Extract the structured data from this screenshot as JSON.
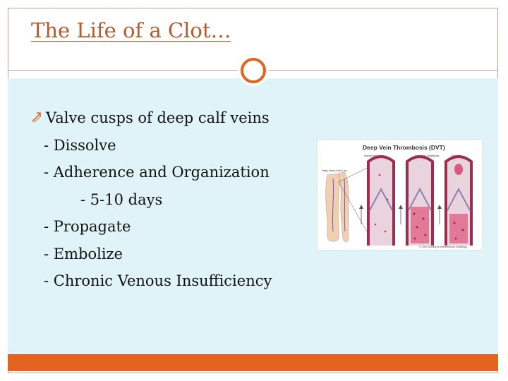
{
  "slide": {
    "title": "The Life of a Clot…",
    "bullet": "Valve cusps of deep calf veins",
    "items": [
      "- Dissolve",
      "- Adherence and Organization",
      "- 5-10 days",
      "- Propagate",
      "- Embolize",
      "- Chronic Venous Insufficiency"
    ]
  },
  "figure": {
    "heading": "Deep Vein Thrombosis (DVT)",
    "label_leg": "Deep Veins of the Leg",
    "label_valve": "Normal blood flow",
    "label_dvt": "Deep Vein Thrombosis",
    "label_embolus": "Embolus",
    "copyright": "© 2003 Society of Interventional Radiology"
  },
  "colors": {
    "accent": "#e4631f",
    "title": "#b55a2a",
    "panel": "#dff3f8",
    "frame": "#c8a18f"
  },
  "icons": {
    "bullet": "bullet-arrow-icon",
    "ornament": "ring-ornament"
  }
}
